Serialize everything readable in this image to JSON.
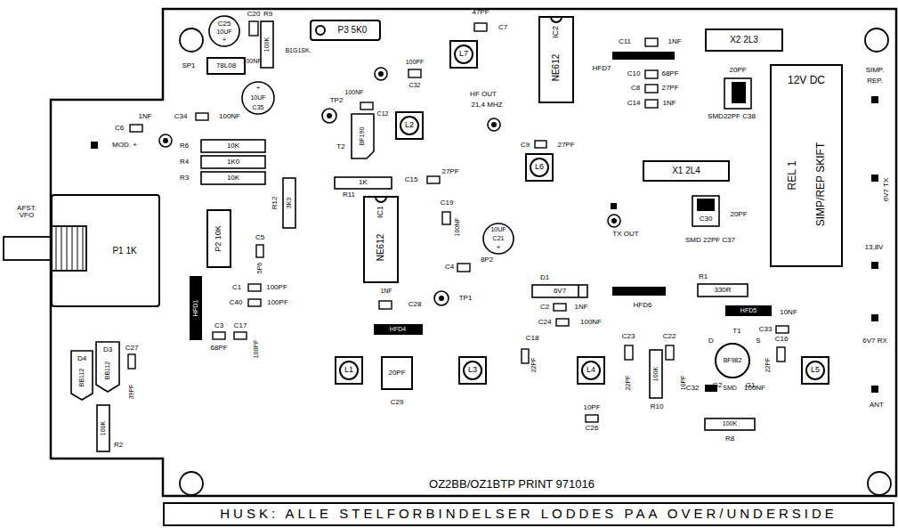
{
  "diagram": {
    "nodes": [
      {
        "text": [
          "OZ2BB/OZ1BTP PRINT 971016"
        ]
      },
      {
        "text": [
          "78L08",
          "SP1"
        ],
        "in": 0
      },
      {
        "text": [
          "P3 5K0"
        ],
        "in": 0
      },
      {
        "text": [
          "L7"
        ],
        "in": 0
      },
      {
        "text": [
          "IC2",
          "NE612"
        ],
        "in": 0
      },
      {
        "text": [
          "X2 2L3"
        ],
        "in": 0
      },
      {
        "text": [
          "L2"
        ],
        "in": 0
      },
      {
        "text": [
          "12V DC",
          "REL 1",
          "SIMP/REP SKIFT"
        ],
        "in": 0
      },
      {
        "text": [
          "L6"
        ],
        "in": 0
      },
      {
        "text": [
          "X1 2L4"
        ],
        "in": 0
      },
      {
        "text": [
          "P2 10K"
        ],
        "in": 0
      },
      {
        "text": [
          "P1 1K"
        ],
        "in": 0
      },
      {
        "text": [
          "IC1",
          "NE612"
        ],
        "in": 0
      },
      {
        "text": [
          "L1"
        ],
        "in": 0
      },
      {
        "text": [
          "20PF",
          "C29"
        ],
        "in": 0
      },
      {
        "text": [
          "L3"
        ],
        "in": 0
      },
      {
        "text": [
          "L4"
        ],
        "in": 0
      },
      {
        "text": [
          "BF982"
        ],
        "in": 0
      },
      {
        "text": [
          "L5"
        ],
        "in": 0
      },
      {
        "text": [
          "HUSK: ALLE STELFORBINDELSER LODDES PAA OVER/UNDERSIDE"
        ]
      }
    ],
    "labels": [
      "AFST. VFO",
      "C25",
      "10UF",
      "+",
      "C20",
      "100NF",
      "R9",
      "100K",
      "B1G1SK.",
      "47PF",
      "C7",
      "100PF",
      "C32",
      "100NF",
      "C12",
      "HF OUT",
      "21,4 MHZ",
      "C11",
      "1NF",
      "HFD7",
      "C10",
      "68PF",
      "C8",
      "27PF",
      "C14",
      "1NF",
      "20PF",
      "SMD22PF C38",
      "SIMP.",
      "REP.",
      "6V7 TX",
      "13,8V",
      "6V7 RX",
      "ANT",
      "C30",
      "20PF",
      "SMD 22PF C37",
      "C9",
      "27PF",
      "TX OUT",
      "10UF",
      "C21",
      "+",
      "C19",
      "100NF",
      "C4",
      "8P2",
      "TP1",
      "1NF",
      "C28",
      "HFD4",
      "D1",
      "6V7",
      "HFD6",
      "R1",
      "330R",
      "C2",
      "1NF",
      "C24",
      "100NF",
      "HFD5",
      "10NF",
      "C33",
      "T1",
      "D",
      "S",
      "G2",
      "G1",
      "C16",
      "22PF",
      "C22",
      "10PF",
      "C23",
      "22PF",
      "100K",
      "R10",
      "C32",
      "SMD",
      "100NF",
      "100K",
      "R8",
      "10PF",
      "C26",
      "C18",
      "22PF",
      "C27",
      "39PF",
      "D3",
      "BB112",
      "D4",
      "BB112",
      "100K",
      "R2",
      "HFD1",
      "C3",
      "68PF",
      "C17",
      "100PF",
      "C1",
      "100PF",
      "C40",
      "100PF",
      "C5",
      "5P6",
      "3K3",
      "R12",
      "10K",
      "R3",
      "1K0",
      "R4",
      "10K",
      "R6",
      "C34",
      "100NF",
      "C6",
      "1NF",
      "MOD. +",
      "+",
      "10UF",
      "C35",
      "TP2",
      "BF190",
      "T2",
      "C15",
      "27PF",
      "1K",
      "R11"
    ]
  }
}
